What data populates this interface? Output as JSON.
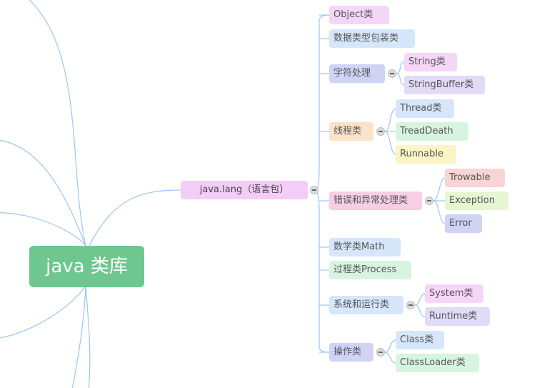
{
  "root": {
    "label": "java 类库",
    "color": "#6ec78f"
  },
  "branch": {
    "label": "java.lang（语言包）",
    "color": "#f3cdf7"
  },
  "categories": [
    {
      "label": "Object类",
      "color": "#f5d6f7"
    },
    {
      "label": "数据类型包装类",
      "color": "#d6e6fb"
    },
    {
      "label": "字符处理",
      "color": "#cfd3f6",
      "children": [
        "String类",
        "StringBuffer类"
      ]
    },
    {
      "label": "线程类",
      "color": "#fbe2c8",
      "children": [
        "Thread类",
        "TreadDeath",
        "Runnable"
      ]
    },
    {
      "label": "错误和异常处理类",
      "color": "#f6cfe4",
      "children": [
        "Trowable",
        "Exception",
        "Error"
      ]
    },
    {
      "label": "数学类Math",
      "color": "#d6e6fb"
    },
    {
      "label": "过程类Process",
      "color": "#d7f4e1"
    },
    {
      "label": "系统和运行类",
      "color": "#d6e6fb",
      "children": [
        "System类",
        "Runtime类"
      ]
    },
    {
      "label": "操作类",
      "color": "#cfd3f6",
      "children": [
        "Class类",
        "ClassLoader类"
      ]
    }
  ],
  "colors": {
    "line": "#9cc6ef",
    "child_palette": [
      "#f5d6f7",
      "#e2dbf8",
      "#d6e6fb",
      "#d7f4e1",
      "#fbf5c6",
      "#f9d4d4",
      "#e6f6d2",
      "#cfd3f6"
    ]
  }
}
